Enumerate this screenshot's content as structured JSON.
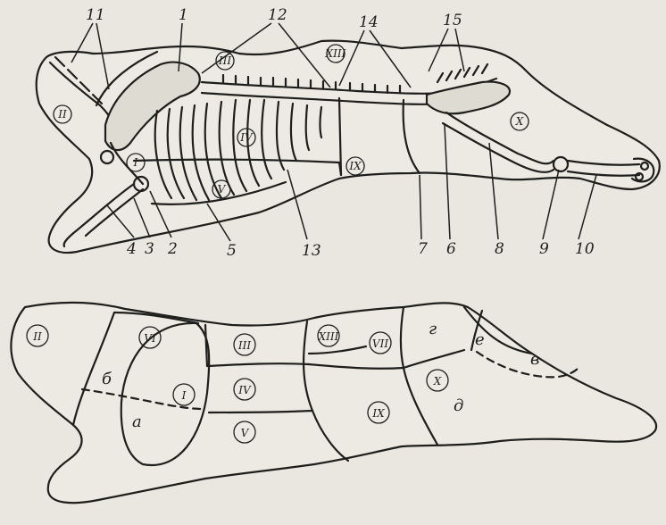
{
  "colors": {
    "ink": "#1e1e1c",
    "paper": "#e9e7e0",
    "shade": "#d7d4cb"
  },
  "top_diagram": {
    "bone_numbers": [
      "1",
      "2",
      "3",
      "4",
      "5",
      "6",
      "7",
      "8",
      "9",
      "10",
      "11",
      "12",
      "13",
      "14",
      "15"
    ],
    "region_numerals": [
      "I",
      "II",
      "III",
      "IV",
      "V",
      "IX",
      "X",
      "XIII"
    ]
  },
  "bottom_diagram": {
    "region_numerals": [
      "II",
      "VI",
      "I",
      "III",
      "IV",
      "V",
      "XIII",
      "VII",
      "IX",
      "X"
    ],
    "sub_letters": [
      "б",
      "а",
      "г",
      "е",
      "в",
      "д"
    ]
  }
}
